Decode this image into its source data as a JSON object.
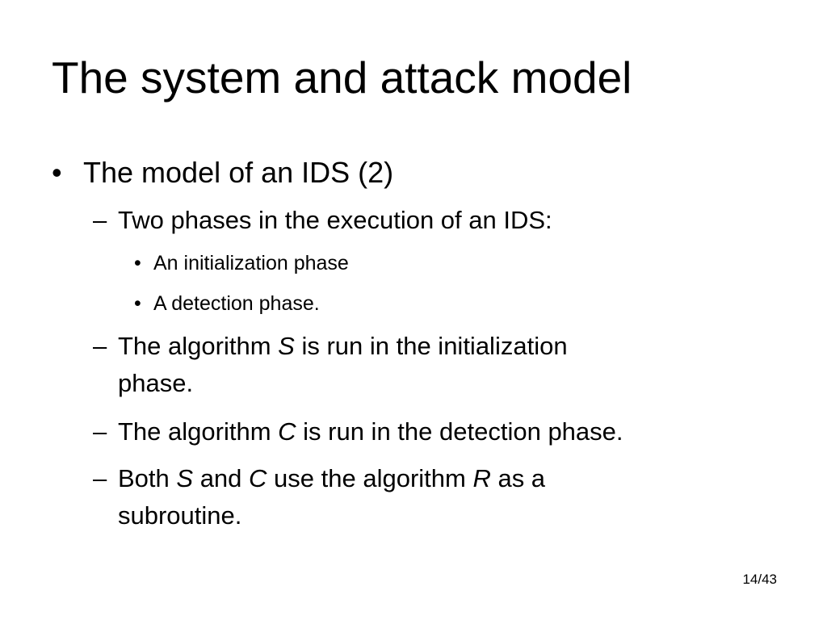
{
  "slide": {
    "title": "The system and attack model",
    "bullet_char": "•",
    "dash_char": "–",
    "level1": {
      "text": "The model of an IDS (2)"
    },
    "items": {
      "phases": {
        "text": "Two phases in the execution of an IDS:",
        "sub": [
          "An initialization phase",
          "A detection phase."
        ]
      },
      "algS": {
        "t1": "The algorithm ",
        "v": "S",
        "t2": " is run in the initialization",
        "cont": "phase."
      },
      "algC": {
        "t1": "The algorithm ",
        "v": "C",
        "t2": " is run in the detection phase."
      },
      "both": {
        "t1": "Both ",
        "v1": "S",
        "t2": " and ",
        "v2": "C",
        "t3": " use the algorithm ",
        "v3": "R",
        "t4": " as a",
        "cont": "subroutine."
      }
    },
    "page_number": "14/43"
  }
}
